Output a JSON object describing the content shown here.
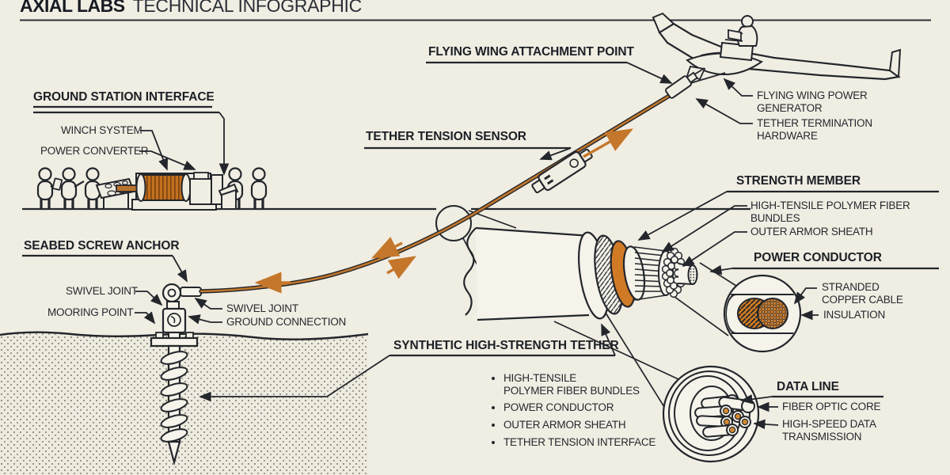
{
  "title": {
    "brand": "AXIAL LABS",
    "subtitle": "TECHNICAL INFOGRAPHIC"
  },
  "colors": {
    "background": "#f0ede3",
    "ink": "#23262b",
    "accent_orange": "#c4772a",
    "copper": "#cd7a22",
    "soil_dot": "#8e887a"
  },
  "ground_station": {
    "heading": "GROUND STATION INTERFACE",
    "winch": "WINCH SYSTEM",
    "converter": "POWER CONVERTER"
  },
  "flying_wing": {
    "attachment": "FLYING WING ATTACHMENT POINT",
    "generator": "FLYING WING POWER\nGENERATOR",
    "termination": "TETHER TERMINATION\nHARDWARE"
  },
  "sensor": {
    "label": "TETHER TENSION SENSOR"
  },
  "anchor": {
    "heading": "SEABED SCREW ANCHOR",
    "swivel_left": "SWIVEL JOINT",
    "mooring": "MOORING POINT",
    "swivel_right": "SWIVEL JOINT",
    "ground_connection": "GROUND CONNECTION"
  },
  "strength_member": {
    "heading": "STRENGTH MEMBER",
    "fiber": "HIGH-TENSILE POLYMER FIBER\nBUNDLES",
    "armor": "OUTER ARMOR SHEATH"
  },
  "power_conductor": {
    "heading": "POWER CONDUCTOR",
    "stranded": "STRANDED\nCOPPER CABLE",
    "insulation": "INSULATION"
  },
  "tether": {
    "heading": "SYNTHETIC HIGH-STRENGTH TETHER",
    "bullets": [
      "HIGH-TENSILE\nPOLYMER FIBER BUNDLES",
      "POWER CONDUCTOR",
      "OUTER ARMOR SHEATH",
      "TETHER TENSION INTERFACE"
    ]
  },
  "data_line": {
    "heading": "DATA LINE",
    "fiber_optic": "FIBER OPTIC CORE",
    "high_speed": "HIGH-SPEED DATA\nTRANSMISSION"
  }
}
